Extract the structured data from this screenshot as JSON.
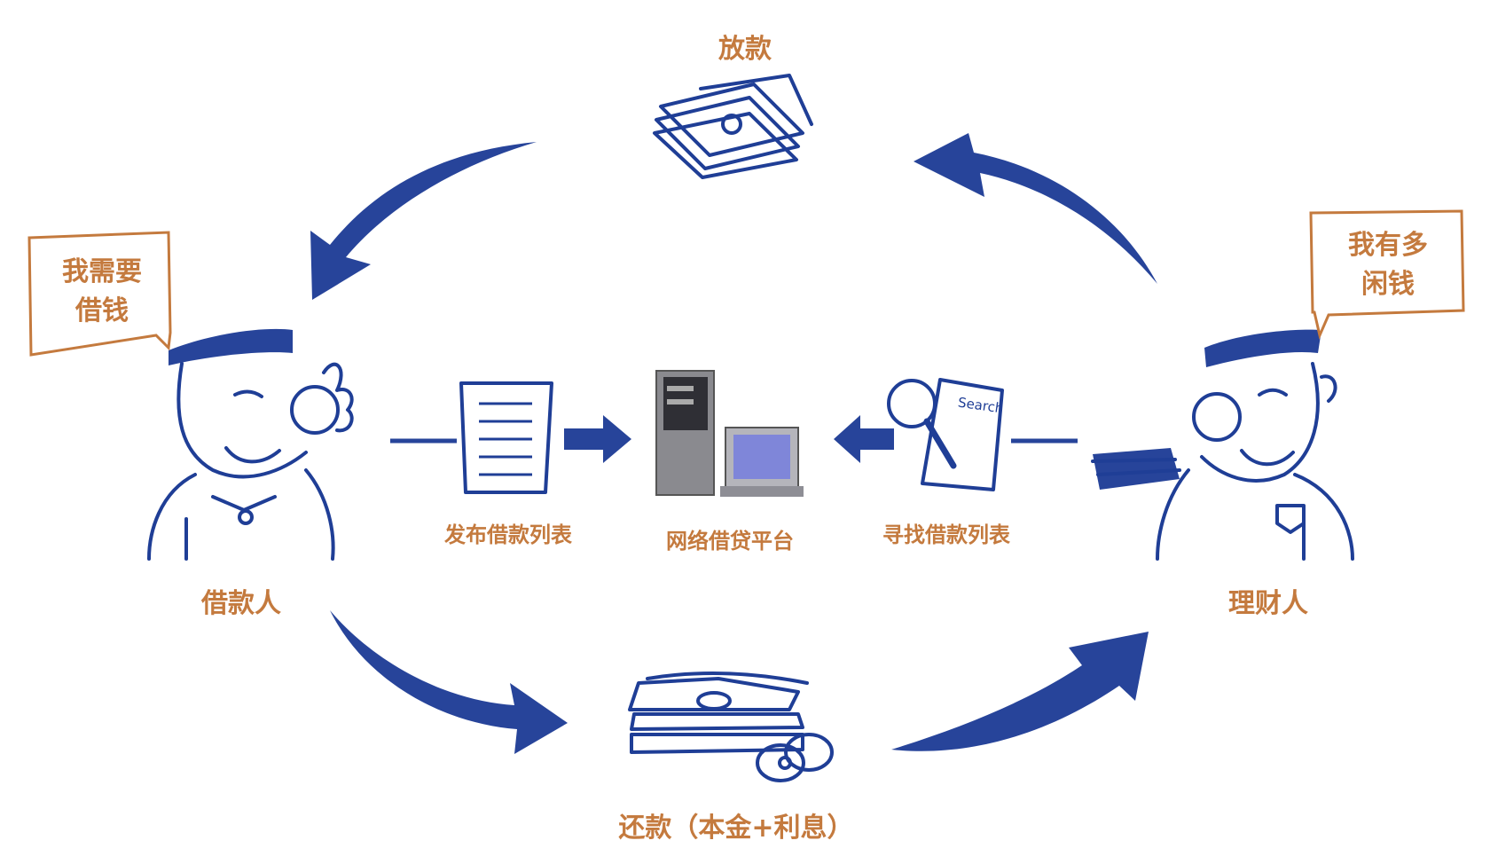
{
  "nodes": {
    "top_money": "放款",
    "bottom_money": "还款（本金+利息）",
    "borrower": "借款人",
    "lender": "理财人",
    "platform": "网络借贷平台",
    "publish": "发布借款列表",
    "search": "寻找借款列表"
  },
  "bubbles": {
    "borrower_line1": "我需要",
    "borrower_line2": "借钱",
    "lender_line1": "我有多",
    "lender_line2": "闲钱"
  },
  "doc_tag": "Search",
  "colors": {
    "arrow": "#27449a",
    "label": "#c47a3e",
    "ink": "#1f3e96"
  }
}
